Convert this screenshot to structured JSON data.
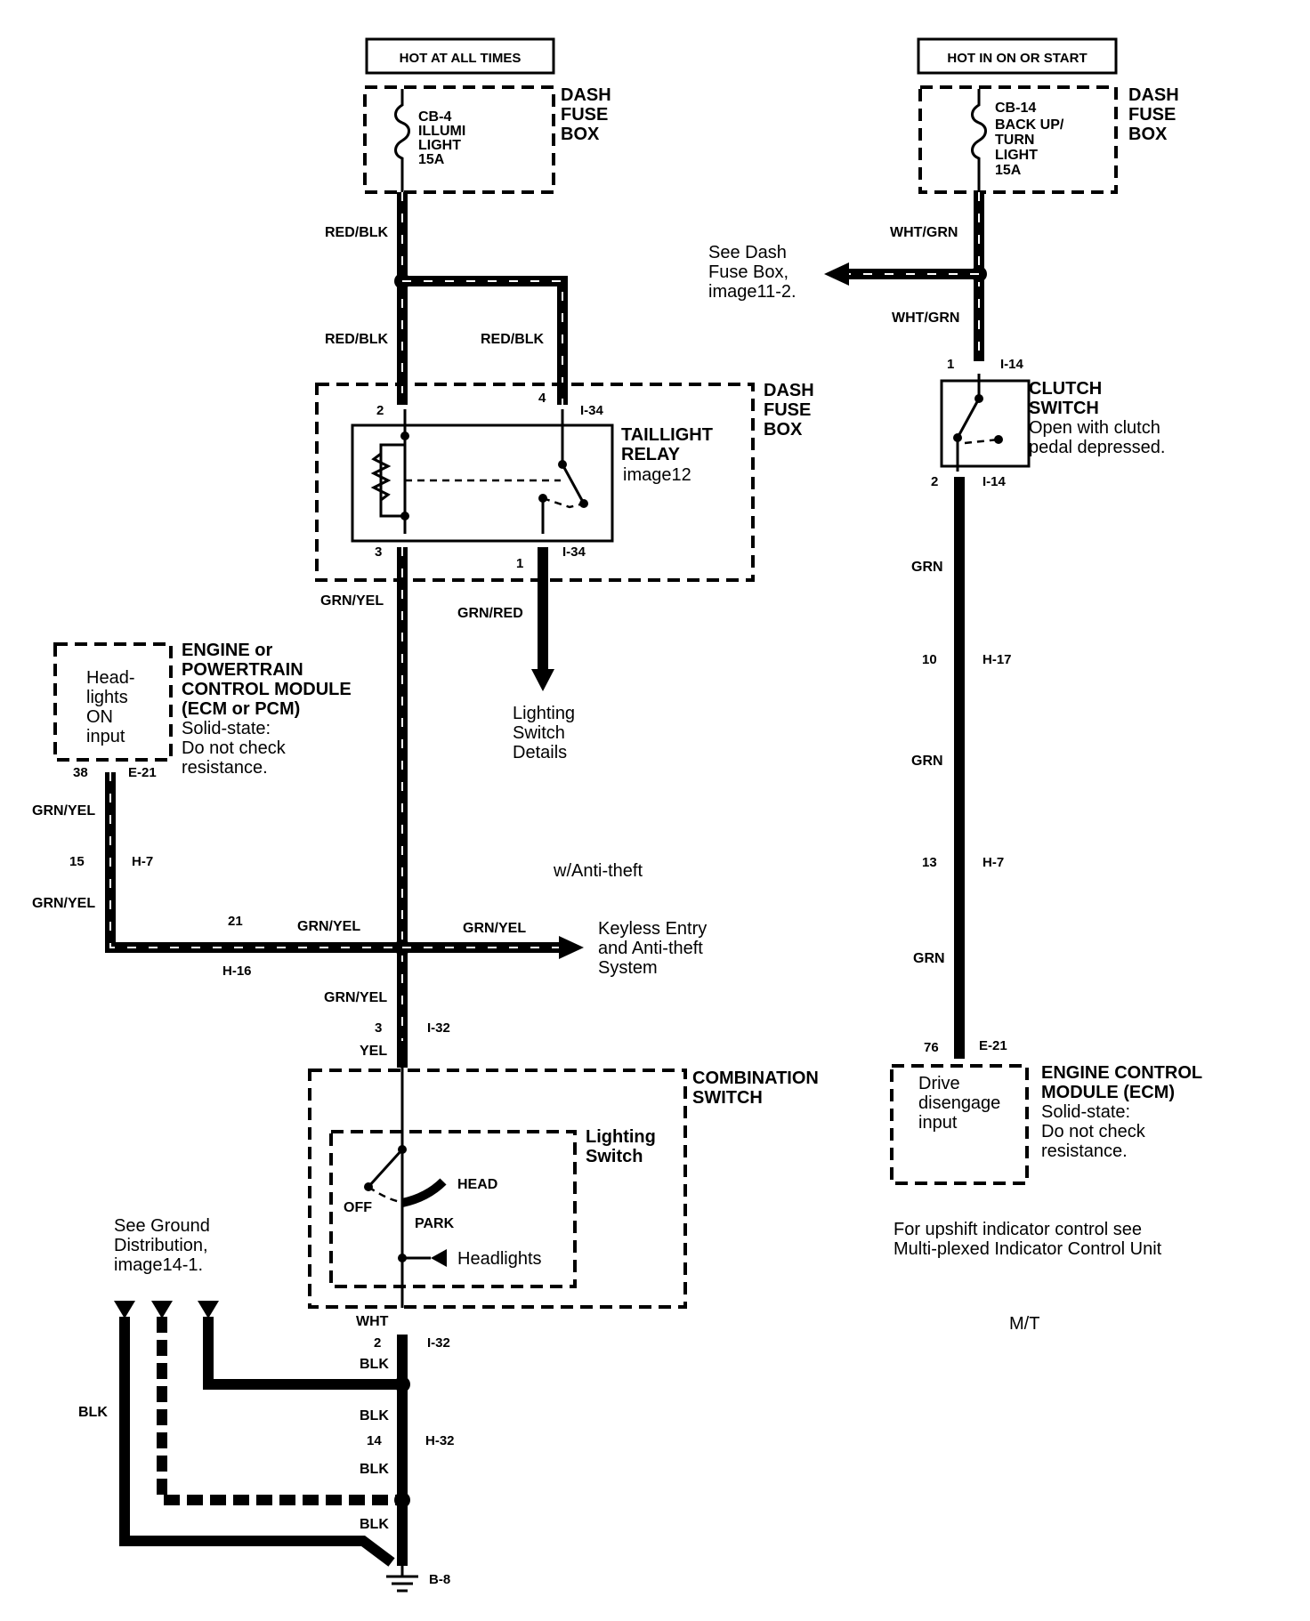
{
  "headers": {
    "left": "HOT AT ALL TIMES",
    "right": "HOT IN ON OR START"
  },
  "fuses": {
    "left_box_title": [
      "DASH",
      "FUSE",
      "BOX"
    ],
    "left_fuse": [
      "CB-4",
      "ILLUMI",
      "LIGHT",
      "15A"
    ],
    "right_box_title": [
      "DASH",
      "FUSE",
      "BOX"
    ],
    "right_fuse": [
      "CB-14",
      "BACK UP/",
      "TURN",
      "LIGHT",
      "15A"
    ]
  },
  "relay_box": {
    "title": [
      "DASH",
      "FUSE",
      "BOX"
    ],
    "relay_title": [
      "TAILLIGHT",
      "RELAY"
    ],
    "relay_ref": "image12",
    "connector": "I-34",
    "pins": [
      "2",
      "4",
      "3",
      "1"
    ]
  },
  "wires": {
    "red_blk": "RED/BLK",
    "grn_yel": "GRN/YEL",
    "grn_red": "GRN/RED",
    "yel": "YEL",
    "wht": "WHT",
    "blk": "BLK",
    "wht_grn": "WHT/GRN",
    "grn": "GRN"
  },
  "ecm_left": {
    "box_text": [
      "Head-",
      "lights",
      "ON",
      "input"
    ],
    "title": [
      "ENGINE or",
      "POWERTRAIN",
      "CONTROL MODULE",
      "(ECM or PCM)"
    ],
    "note": [
      "Solid-state:",
      "Do not check",
      "resistance."
    ],
    "pin": "38",
    "connector": "E-21"
  },
  "left_connectors": {
    "h7_pin": "15",
    "h7": "H-7",
    "h16_pin": "21",
    "h16": "H-16"
  },
  "lighting_details": [
    "Lighting",
    "Switch",
    "Details"
  ],
  "anti_theft": "w/Anti-theft",
  "keyless": [
    "Keyless Entry",
    "and Anti-theft",
    "System"
  ],
  "i32": {
    "top_pin": "3",
    "bottom_pin": "2",
    "label": "I-32"
  },
  "combination_switch": {
    "title": [
      "COMBINATION",
      "SWITCH"
    ],
    "inner_title": [
      "Lighting",
      "Switch"
    ],
    "positions": {
      "off": "OFF",
      "head": "HEAD",
      "park": "PARK"
    },
    "headlights": "Headlights"
  },
  "ground": {
    "note": [
      "See Ground",
      "Distribution,",
      "image14-1."
    ],
    "h32_pin": "14",
    "h32": "H-32",
    "ground": "B-8"
  },
  "see_dash": [
    "See Dash",
    "Fuse Box,",
    "image11-2."
  ],
  "clutch": {
    "title": [
      "CLUTCH",
      "SWITCH"
    ],
    "note": [
      "Open with clutch",
      "pedal depressed."
    ],
    "pin_top": "1",
    "pin_bottom": "2",
    "connector": "I-14"
  },
  "right_connectors": {
    "h17_pin": "10",
    "h17": "H-17",
    "h7_pin": "13",
    "h7": "H-7",
    "e21_pin": "76",
    "e21": "E-21"
  },
  "ecm_right": {
    "box_text": [
      "Drive",
      "disengage",
      "input"
    ],
    "title": [
      "ENGINE CONTROL",
      "MODULE (ECM)"
    ],
    "note": [
      "Solid-state:",
      "Do not check",
      "resistance."
    ]
  },
  "upshift_note": [
    "For upshift indicator control see",
    "Multi-plexed Indicator Control Unit"
  ],
  "mt": "M/T"
}
